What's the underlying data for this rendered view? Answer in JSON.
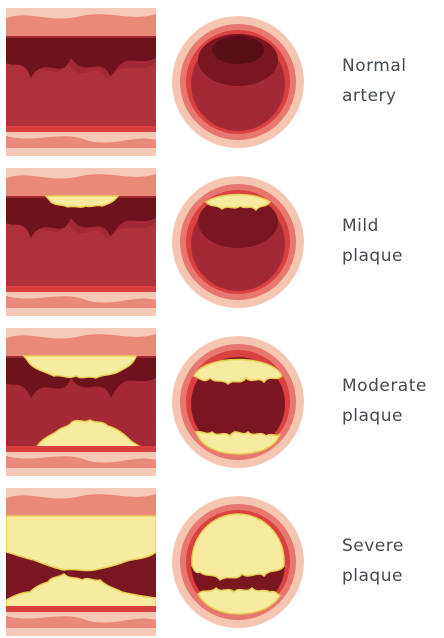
{
  "stages": [
    {
      "id": "normal",
      "label_line1": "Normal",
      "label_line2": "artery",
      "plaque_level": 0
    },
    {
      "id": "mild",
      "label_line1": "Mild",
      "label_line2": "plaque",
      "plaque_level": 1
    },
    {
      "id": "moderate",
      "label_line1": "Moderate",
      "label_line2": "plaque",
      "plaque_level": 2
    },
    {
      "id": "severe",
      "label_line1": "Severe",
      "label_line2": "plaque",
      "plaque_level": 3
    }
  ],
  "colors": {
    "wall_outer": "#f4c6b2",
    "wall_mid": "#e8776f",
    "wall_red": "#d9403f",
    "lumen_dark": "#7a1620",
    "lumen_mid": "#a32a35",
    "plaque": "#f7eba0",
    "plaque_edge": "#e7cf53",
    "text": "#444a4f"
  }
}
